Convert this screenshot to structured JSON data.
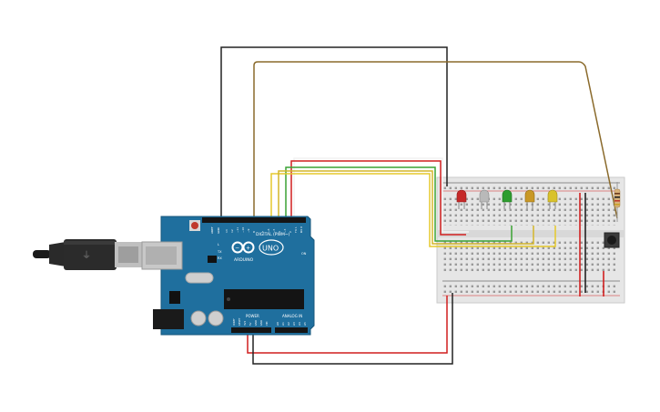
{
  "arduino": {
    "logo_text": "UNO",
    "brand": "ARDUINO",
    "digital_label": "DIGITAL (PWM~)",
    "power_label": "POWER",
    "analog_label": "ANALOG IN",
    "tx_label": "TX",
    "rx_label": "RX",
    "l_label": "L",
    "on_label": "ON",
    "aref_label": "AREF",
    "gnd_label": "GND",
    "analog_pins": [
      "A0",
      "A1",
      "A2",
      "A3",
      "A4",
      "A5"
    ],
    "power_pins": [
      "IOREF",
      "RESET",
      "3V3",
      "5V",
      "GND",
      "GND",
      "VIN"
    ],
    "digital_pins": [
      "13",
      "12",
      "~11",
      "~10",
      "~9",
      "8",
      "7",
      "~6",
      "~5",
      "4",
      "~3",
      "2",
      "TX 1",
      "RX 0"
    ]
  },
  "leds": [
    {
      "color": "red"
    },
    {
      "color": "white"
    },
    {
      "color": "green"
    },
    {
      "color": "orange"
    },
    {
      "color": "yellow"
    }
  ],
  "colors": {
    "board": "#1f6f9e",
    "breadboard": "#e6e6e6",
    "wire_black": "#222222",
    "wire_brown": "#8a6a2b",
    "wire_red": "#d11f1f",
    "wire_green": "#3aa233",
    "wire_yellow": "#e5c92b",
    "wire_white": "#f2f2f2"
  }
}
